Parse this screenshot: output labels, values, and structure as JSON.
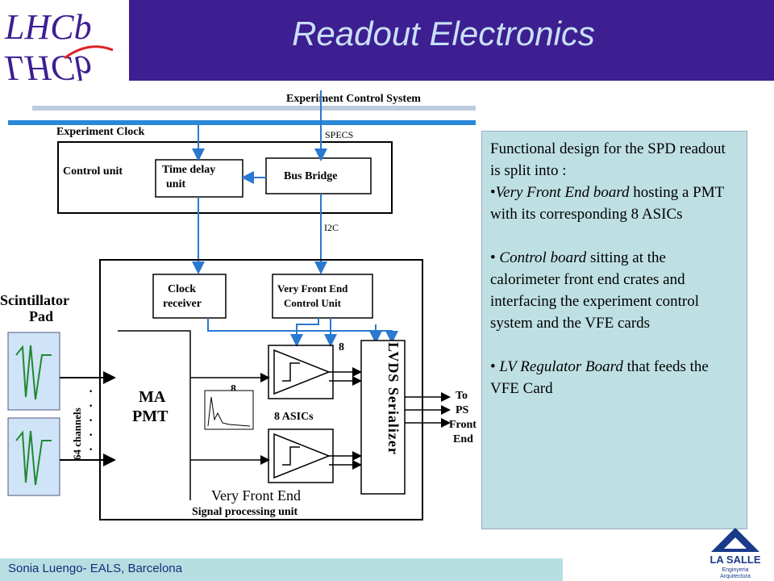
{
  "header": {
    "title": "Readout Electronics",
    "logo_text": "LHCb",
    "background": "#3d1f91",
    "title_color": "#c9e0f7"
  },
  "diagram": {
    "ecs_label": "Experiment Control System",
    "clock_label": "Experiment Clock",
    "specs_label": "SPECS",
    "control_unit_label": "Control unit",
    "time_delay_label_1": "Time delay",
    "time_delay_label_2": "unit",
    "bus_bridge_label": "Bus Bridge",
    "i2c_label": "I2C",
    "clock_receiver_label_1": "Clock",
    "clock_receiver_label_2": "receiver",
    "vfe_cu_label_1": "Very Front End",
    "vfe_cu_label_2": "Control Unit",
    "scint_label_1": "Scintillator",
    "scint_label_2": "Pad",
    "channels_label": "64 channels",
    "mapmt_label_1": "MA",
    "mapmt_label_2": "PMT",
    "eight_top": "8",
    "eight_mid": "8",
    "asics_label": "8 ASICs",
    "lvds_label": "LVDS Serializer",
    "to_label_1": "To",
    "to_label_2": "PS",
    "to_label_3": "Front",
    "to_label_4": "End",
    "vfe_label": "Very Front End",
    "spu_label": "Signal processing unit"
  },
  "textbox": {
    "intro": "Functional design for the SPD readout is split into :",
    "item1_italic": "Very Front End board",
    "item1_rest": " hosting a PMT with its corresponding 8 ASICs",
    "item2_italic": "Control board",
    "item2_rest": " sitting at the calorimeter front end crates and interfacing the experiment control system and the VFE cards",
    "item3_italic": "LV Regulator Board",
    "item3_rest": " that feeds the VFE Card"
  },
  "footer": {
    "text": "Sonia Luengo- EALS, Barcelona"
  },
  "sponsor_logo": {
    "line1": "LA SALLE",
    "line2": "Enginyeria",
    "line3": "Arquitectura"
  }
}
